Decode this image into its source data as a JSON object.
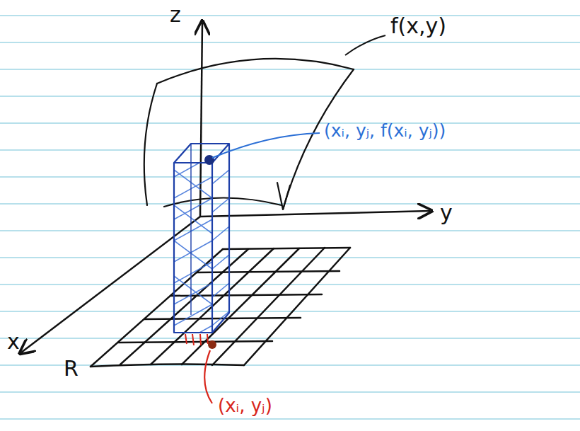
{
  "diagram": {
    "labels": [
      "z",
      "f(x,y)",
      "(xᵢ, yⱼ, f(xᵢ, yⱼ))",
      "y",
      "x",
      "R",
      "(xᵢ, yⱼ)"
    ]
  }
}
